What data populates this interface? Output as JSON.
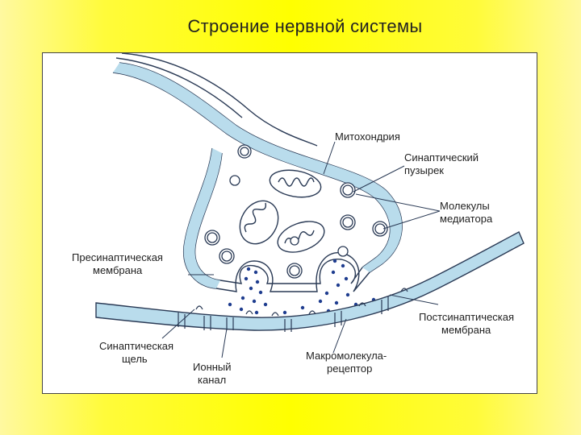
{
  "title": "Строение нервной системы",
  "labels": {
    "mitochondria": "Митохондрия",
    "synaptic_vesicle_1": "Синаптический",
    "synaptic_vesicle_2": "пузырек",
    "mediator_1": "Молекулы",
    "mediator_2": "медиатора",
    "presynaptic_1": "Пресинаптическая",
    "presynaptic_2": "мембрана",
    "postsynaptic_1": "Постсинаптическая",
    "postsynaptic_2": "мембрана",
    "cleft_1": "Синаптическая",
    "cleft_2": "щель",
    "ion_channel_1": "Ионный",
    "ion_channel_2": "канал",
    "receptor_1": "Макромолекула-",
    "receptor_2": "рецептор"
  },
  "colors": {
    "membrane_fill": "#b9dcec",
    "outline": "#2a3a55",
    "mediator_dots": "#1f3d8f",
    "background_yellow": "#ffff00"
  }
}
